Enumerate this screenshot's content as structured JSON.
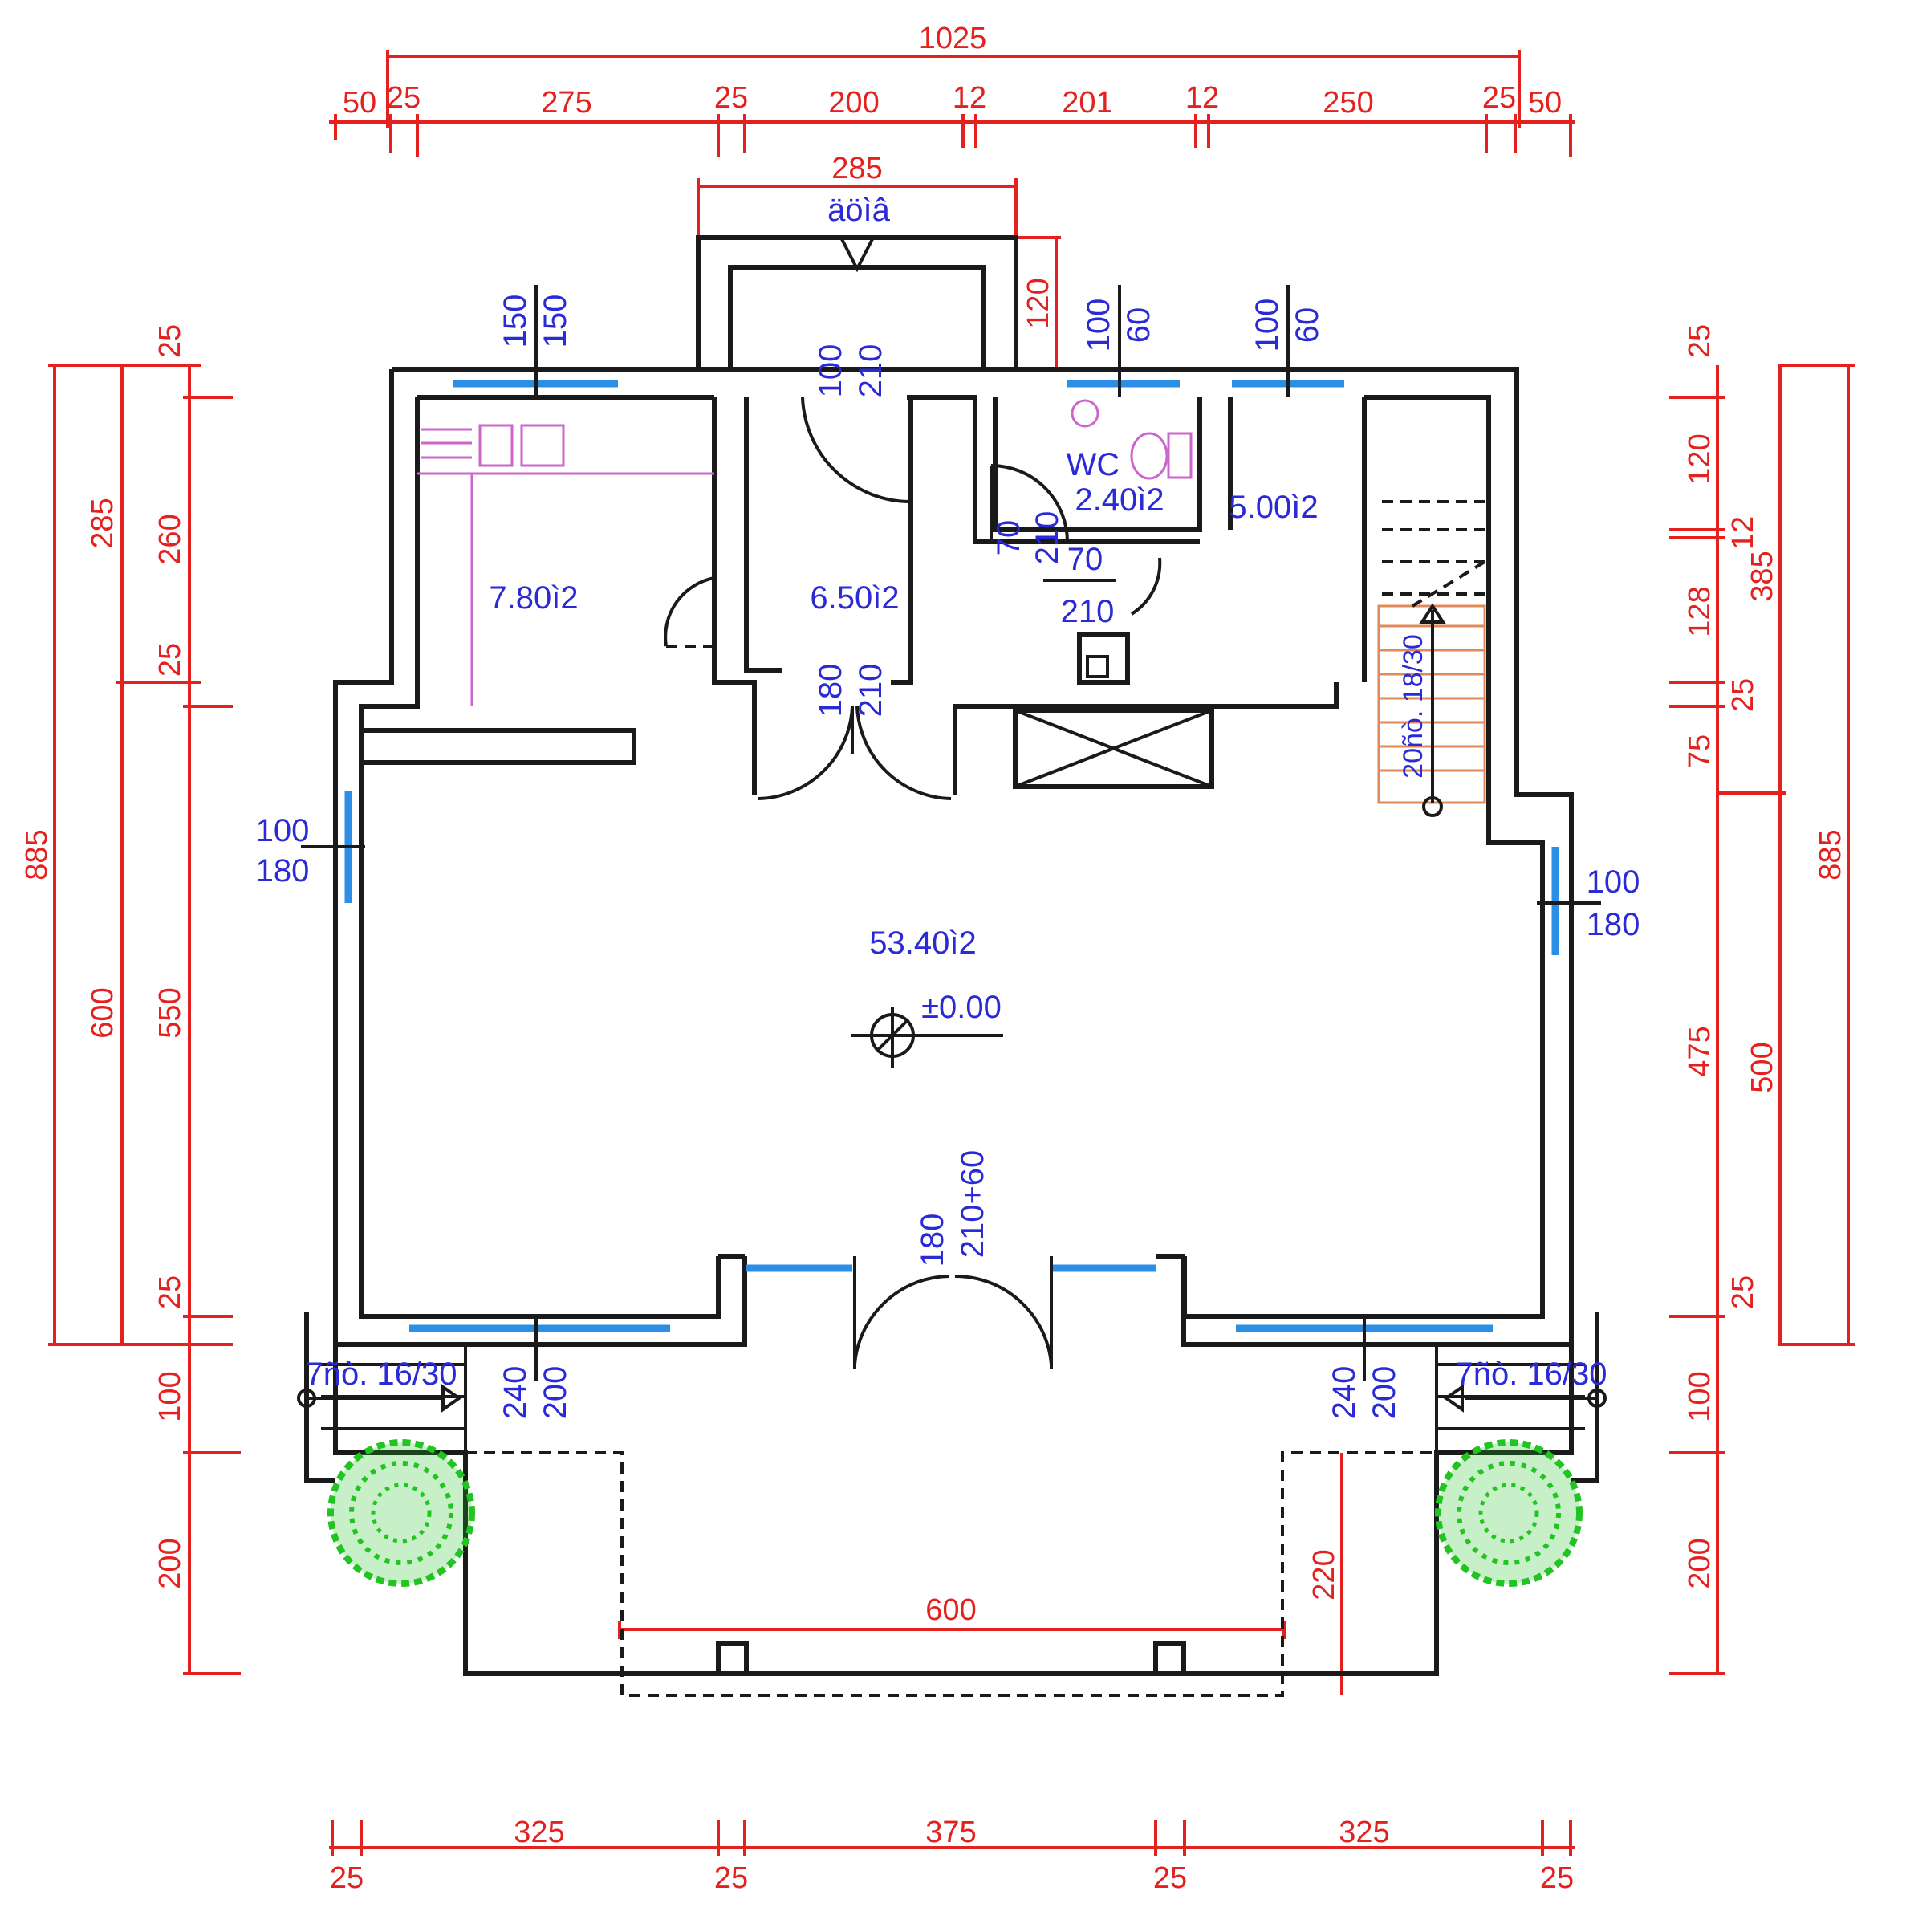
{
  "top_dims": {
    "overall": "1025",
    "seg_50a": "50",
    "seg_25a": "25",
    "seg_275": "275",
    "seg_25b": "25",
    "seg_200": "200",
    "seg_12a": "12",
    "seg_201": "201",
    "seg_12b": "12",
    "seg_250": "250",
    "seg_25c": "25",
    "seg_50b": "50",
    "porch": "285",
    "porch_label": "äöìâ"
  },
  "left_dims": {
    "overall": "885",
    "a285": "285",
    "a600": "600",
    "b260": "260",
    "b25a": "25",
    "b550": "550",
    "b25b": "25",
    "t25": "25",
    "b100": "100",
    "b200": "200"
  },
  "right_dims": {
    "overall": "885",
    "a385": "385",
    "a500": "500",
    "b25top": "25",
    "b120": "120",
    "b12": "12",
    "b128": "128",
    "b25a": "25",
    "b75": "75",
    "b475": "475",
    "b25b": "25",
    "b100": "100",
    "b200": "200"
  },
  "bottom_dims": {
    "s325a": "325",
    "s375": "375",
    "s325b": "325",
    "t25a": "25",
    "t25b": "25",
    "t25c": "25",
    "t25d": "25",
    "terrace": "600",
    "terrace_depth": "220"
  },
  "openings": {
    "kitchen_win_w": "150",
    "kitchen_win_h": "150",
    "hall_door_w": "100",
    "hall_door_h": "210",
    "porch_depth": "120",
    "wc_win_w": "100",
    "wc_win_h": "60",
    "store_win_w": "100",
    "store_win_h": "60",
    "wc_door_w": "70",
    "wc_door_h": "210",
    "inner_door_w": "70",
    "inner_door_h": "210",
    "living_door_w": "180",
    "living_door_h": "210",
    "left_win_w": "100",
    "left_win_h": "180",
    "right_win_w": "100",
    "right_win_h": "180",
    "main_door_w": "180",
    "main_door_h": "210+60",
    "front_win_l_w": "240",
    "front_win_l_h": "200",
    "front_win_r_w": "240",
    "front_win_r_h": "200"
  },
  "rooms": {
    "kitchen": "7.80ì2",
    "hall": "6.50ì2",
    "wc_name": "WC",
    "wc": "2.40ì2",
    "store": "5.00ì2",
    "living": "53.40ì2",
    "level": "±0.00"
  },
  "stairs": {
    "left": "7ñò. 16/30",
    "right": "7ñò. 16/30",
    "inner": "20ñò. 18/30"
  },
  "colors": {
    "dimension": "#e3221f",
    "wall": "#1a1a1a",
    "window": "#2b8fe6",
    "label": "#2a2ad6",
    "kitchen_fixtures": "#cc66cc",
    "plants": "#22c422",
    "stair": "#e08a5a"
  }
}
